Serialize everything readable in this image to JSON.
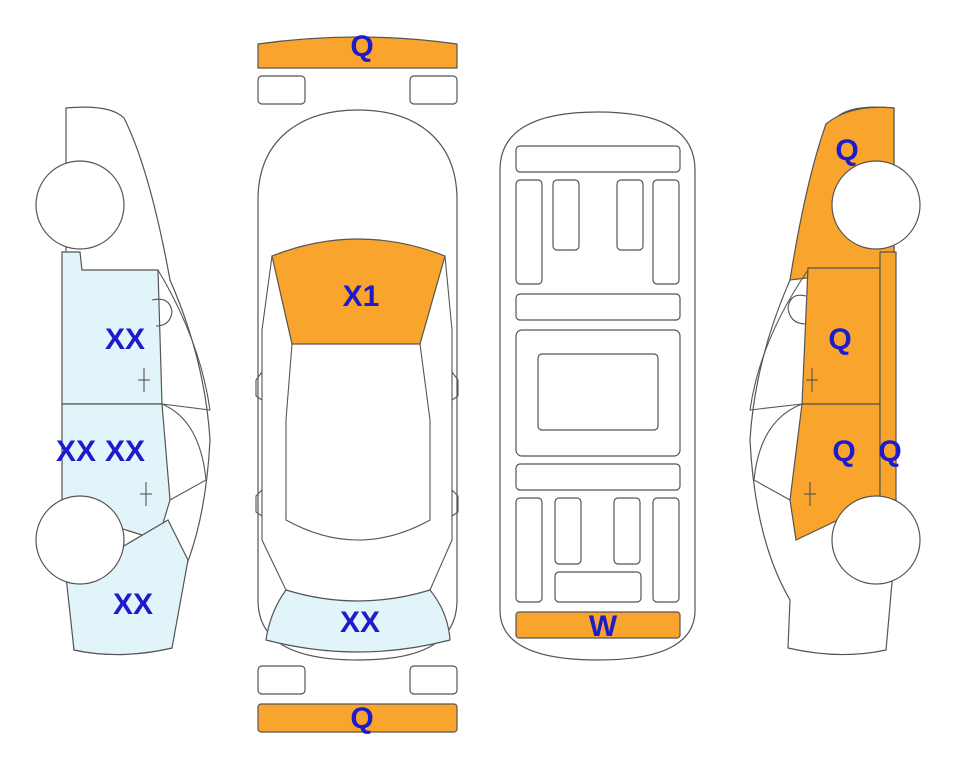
{
  "colors": {
    "damage_orange": "#F9A42C",
    "damage_light_blue": "#E0F4FA",
    "label_blue": "#1C1CCC",
    "outline": "#555555"
  },
  "labels": {
    "front_bumper": "Q",
    "rear_bumper": "Q",
    "hood": "X1",
    "trunk_lid": "XX",
    "underbody_rear": "W",
    "left_front_door": "XX",
    "left_rear_door": "XX",
    "left_rocker": "XX",
    "left_rear_quarter": "XX",
    "right_front_fender": "Q",
    "right_front_door": "Q",
    "right_rear_door": "Q",
    "right_rocker": "Q"
  }
}
